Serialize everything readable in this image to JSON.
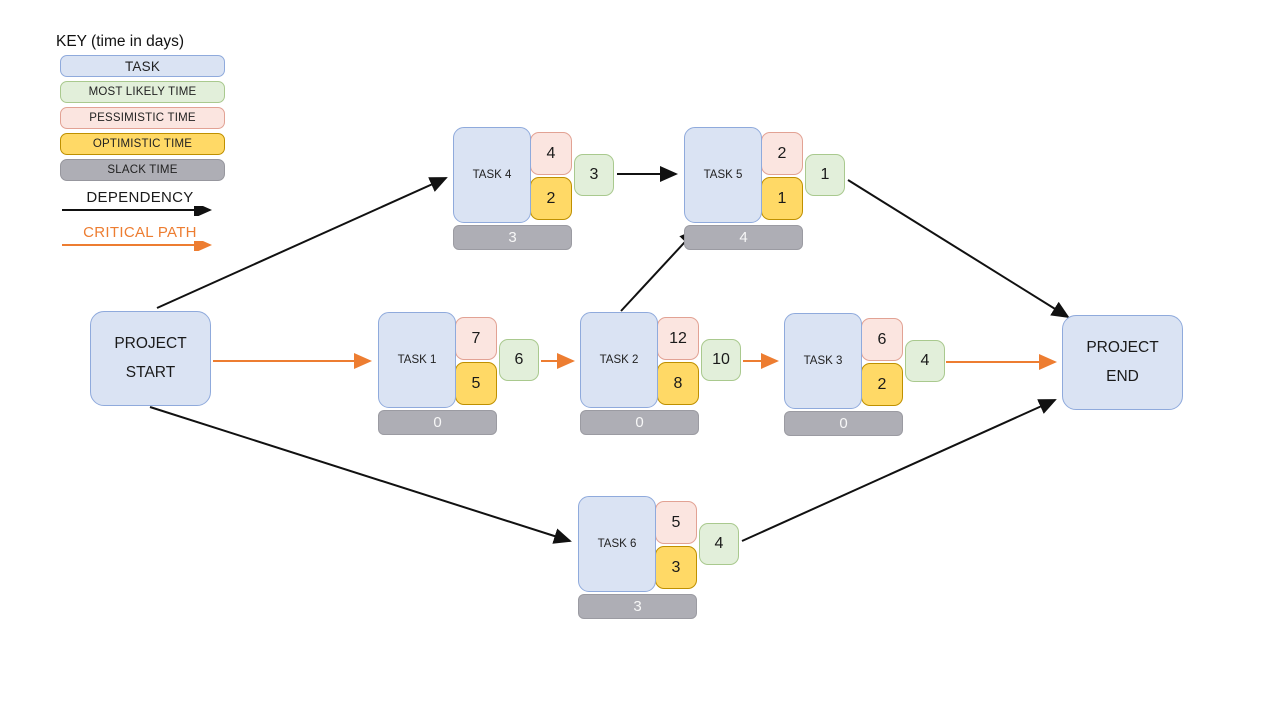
{
  "key": {
    "title": "KEY (time in days)",
    "task": "TASK",
    "most_likely": "MOST LIKELY TIME",
    "pessimistic": "PESSIMISTIC TIME",
    "optimistic": "OPTIMISTIC TIME",
    "slack": "SLACK TIME",
    "dependency": "DEPENDENCY",
    "critical_path": "CRITICAL PATH"
  },
  "colors": {
    "task_fill": "#dae3f3",
    "task_border": "#8faadc",
    "most_likely_fill": "#e2efda",
    "most_likely_border": "#a9c98e",
    "pessimistic_fill": "#fbe5e0",
    "pessimistic_border": "#e2a294",
    "optimistic_fill": "#ffd966",
    "optimistic_border": "#bf9000",
    "slack_fill": "#aeaeb5",
    "dependency_arrow": "#111111",
    "critical_path_arrow": "#ed7d31"
  },
  "nodes": {
    "start": {
      "label": "PROJECT\nSTART"
    },
    "end": {
      "label": "PROJECT\nEND"
    },
    "task1": {
      "label": "TASK 1",
      "pessimistic": "7",
      "optimistic": "5",
      "most_likely": "6",
      "slack": "0"
    },
    "task2": {
      "label": "TASK 2",
      "pessimistic": "12",
      "optimistic": "8",
      "most_likely": "10",
      "slack": "0"
    },
    "task3": {
      "label": "TASK 3",
      "pessimistic": "6",
      "optimistic": "2",
      "most_likely": "4",
      "slack": "0"
    },
    "task4": {
      "label": "TASK 4",
      "pessimistic": "4",
      "optimistic": "2",
      "most_likely": "3",
      "slack": "3"
    },
    "task5": {
      "label": "TASK 5",
      "pessimistic": "2",
      "optimistic": "1",
      "most_likely": "1",
      "slack": "4"
    },
    "task6": {
      "label": "TASK 6",
      "pessimistic": "5",
      "optimistic": "3",
      "most_likely": "4",
      "slack": "3"
    }
  },
  "edges": [
    {
      "from": "start",
      "to": "task4",
      "type": "dependency"
    },
    {
      "from": "start",
      "to": "task1",
      "type": "critical"
    },
    {
      "from": "start",
      "to": "task6",
      "type": "dependency"
    },
    {
      "from": "task4",
      "to": "task5",
      "type": "dependency"
    },
    {
      "from": "task1",
      "to": "task2",
      "type": "critical"
    },
    {
      "from": "task2",
      "to": "task5",
      "type": "dependency"
    },
    {
      "from": "task2",
      "to": "task3",
      "type": "critical"
    },
    {
      "from": "task3",
      "to": "end",
      "type": "critical"
    },
    {
      "from": "task5",
      "to": "end",
      "type": "dependency"
    },
    {
      "from": "task6",
      "to": "end",
      "type": "dependency"
    }
  ]
}
